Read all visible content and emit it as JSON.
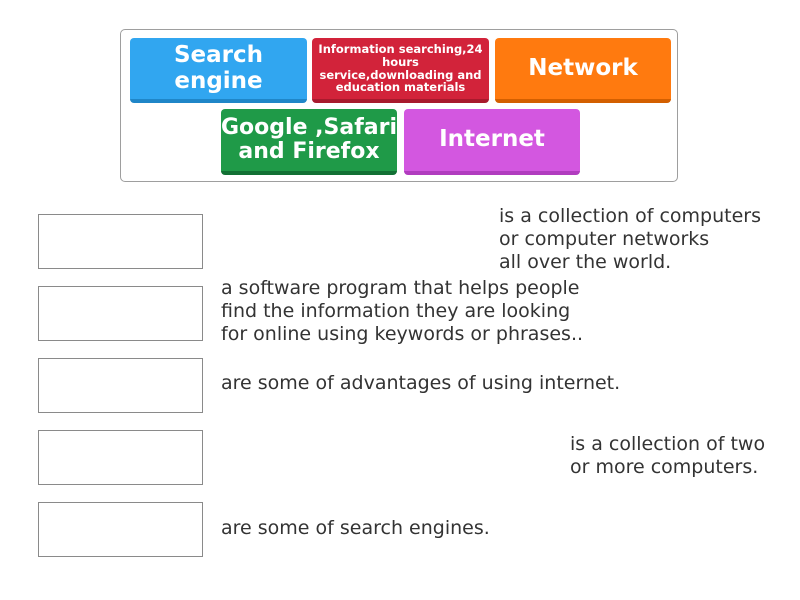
{
  "word_bank": {
    "tiles": [
      {
        "label": "Search\nengine",
        "color": "#31a6f0"
      },
      {
        "label": "Information searching,24 hours service,downloading and education materials",
        "color": "#d2233a"
      },
      {
        "label": "Network",
        "color": "#ff7a0f"
      },
      {
        "label": "Google ,Safari\nand Firefox",
        "color": "#1f9a48"
      },
      {
        "label": "Internet",
        "color": "#d357e0"
      }
    ]
  },
  "rows": [
    {
      "description": "is a collection of computers\nor computer networks\nall over the world."
    },
    {
      "description": "a software program that helps people\nfind the information they are looking\nfor online using keywords or phrases.."
    },
    {
      "description": "are some of advantages of using internet."
    },
    {
      "description": "is a collection of two\nor more computers."
    },
    {
      "description": "are some of search engines."
    }
  ]
}
